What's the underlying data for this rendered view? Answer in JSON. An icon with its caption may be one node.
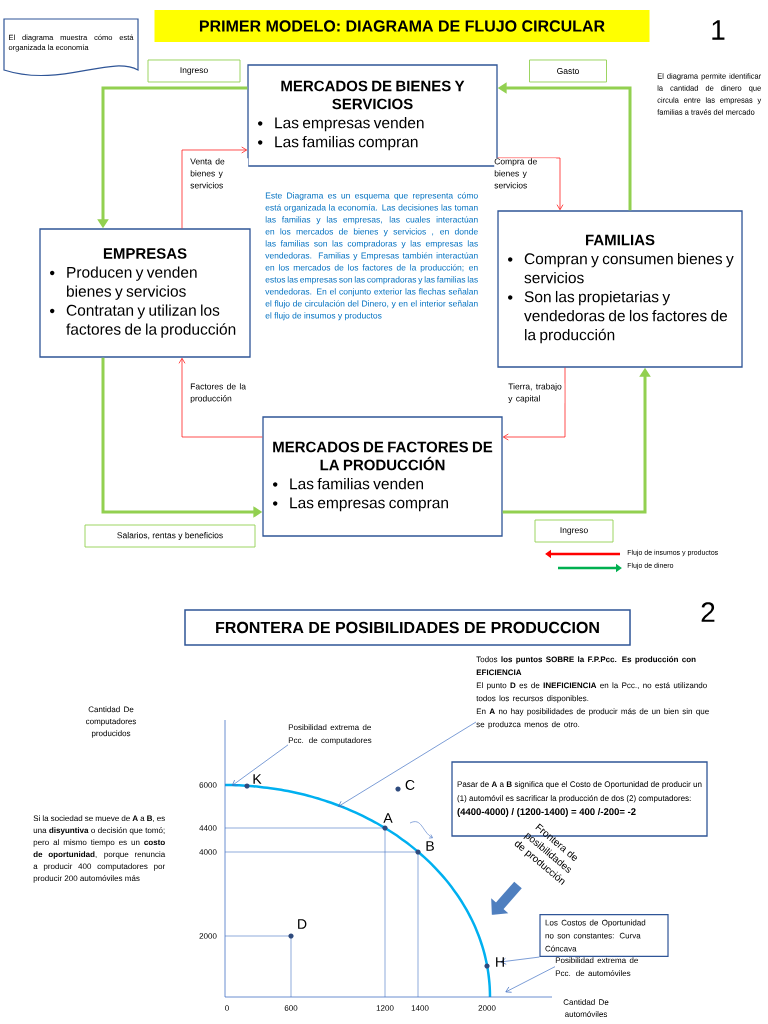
{
  "diagram": {
    "nodes": [
      {
        "text": [
          "PRIMER MODELO: DIAGRAMA DE FLUJO CIRCULAR"
        ]
      },
      {
        "text": [
          "El diagrama muestra cómo está organizada la economía"
        ]
      },
      {
        "text": [
          "MERCADOS DE BIENES Y SERVICIOS",
          "Las empresas venden",
          "Las familias compran"
        ]
      },
      {
        "text": [
          "EMPRESAS",
          "Producen y venden bienes y servicios",
          "Contratan y utilizan los factores de la producción"
        ]
      },
      {
        "text": [
          "FAMILIAS",
          "Compran y consumen bienes y servicios",
          "Son las propietarias y vendedoras de los factores de la producción"
        ]
      },
      {
        "text": [
          "MERCADOS DE FACTORES DE LA PRODUCCIÓN",
          "Las familias venden",
          "Las empresas compran"
        ]
      },
      {
        "text": [
          "FRONTERA DE POSIBILIDADES DE PRODUCCION"
        ]
      },
      {
        "text": [
          "Todos **los puntos SOBRE la F.P.Pcc. Es producción con EFICIENCIA**",
          "El punto **D** es de **INEFICIENCIA** en la Pcc., no está utilizando todos los recursos disponibles.",
          "En **A** no hay posibilidades de producir más de un bien sin que se produzca menos de otro."
        ]
      },
      {
        "text": [
          "Posibilidad extrema de Pcc. de computadores"
        ]
      },
      {
        "text": [
          "Pasar de **A** a **B** significa que el Costo de Oportunidad de producir un (1) automóvil es sacrificar la producción de dos (2) computadores:",
          "(4400-4000) / (1200-1400) = 400 /-200= -2"
        ]
      },
      {
        "text": [
          "Los Costos de Oportunidad no son constantes: Curva Cóncava"
        ]
      },
      {
        "text": [
          "Posibilidad extrema de Pcc. de automóviles"
        ]
      },
      {
        "text": [],
        "shape": "curve"
      },
      {
        "text": [
          "Frontera de posibilidades de producción"
        ]
      }
    ],
    "edges": [
      {
        "from": 2,
        "to": 3,
        "arrow": "to",
        "label": "Ingreso",
        "style": "thick",
        "color": "#92d050"
      },
      {
        "from": 3,
        "to": 5,
        "arrow": "to",
        "label": "Salarios, rentas y beneficios",
        "style": "thick",
        "color": "#92d050"
      },
      {
        "from": 5,
        "to": 4,
        "arrow": "to",
        "label": "Ingreso",
        "style": "thick",
        "color": "#92d050"
      },
      {
        "from": 4,
        "to": 2,
        "arrow": "to",
        "label": "Gasto",
        "style": "thick",
        "color": "#92d050"
      },
      {
        "from": 3,
        "to": 2,
        "arrow": "to",
        "label": "Venta de bienes y servicios",
        "color": "#ff0000"
      },
      {
        "from": 2,
        "to": 4,
        "arrow": "to",
        "label": "Compra de bienes y servicios",
        "color": "#ff0000"
      },
      {
        "from": 4,
        "to": 5,
        "arrow": "to",
        "label": "Tierra, trabajo y capital",
        "color": "#ff0000"
      },
      {
        "from": 5,
        "to": 3,
        "arrow": "to",
        "label": "Factores de la producción",
        "color": "#ff0000"
      },
      {
        "from": 7,
        "to": 12,
        "arrow": "to",
        "color": "#4472c4"
      },
      {
        "from": 8,
        "to": 12,
        "arrow": "to",
        "color": "#4472c4"
      },
      {
        "from": 10,
        "to": 12,
        "arrow": "to",
        "color": "#4472c4"
      },
      {
        "from": 11,
        "to": 12,
        "arrow": "to",
        "color": "#4472c4"
      },
      {
        "from": 13,
        "to": 12,
        "arrow": "to",
        "style": "thick",
        "color": "#4f7fbf"
      }
    ],
    "labels": [
      "1",
      "Este Diagrama es un esquema que representa cómo está organizada la economía. Las decisiones las toman las familias y las empresas, las cuales interactúan en los mercados de bienes y servicios , en donde las familias son las compradoras y las empresas las vendedoras. Familias y Empresas también interactúan en los mercados de los factores de la producción; en estos las empresas son las compradoras y las familias las vendedoras. En el conjunto exterior las flechas señalan el flujo de circulación del Dinero, y en el interior señalan el flujo de insumos y productos",
      "El diagrama permite identificar la cantidad de dinero que circula entre las empresas y familias a través del mercado",
      "2",
      "Cantidad De computadores producidos",
      "Si la sociedad se mueve de **A** a **B**, es una **disyuntiva** o decisión que tomó; pero al mismo tiempo es un **costo de oportunidad**, porque renuncia a producir 400 computadores por producir 200 automóviles más",
      "6000",
      "4400",
      "4000",
      "2000",
      "0",
      "600",
      "1200",
      "1400",
      "2000",
      "K",
      "C",
      "A",
      "B",
      "D",
      "H",
      "Cantidad De automóviles"
    ],
    "legend": [
      {
        "text": "Flujo de insumos y productos"
      },
      {
        "text": "Flujo de dinero"
      }
    ]
  }
}
